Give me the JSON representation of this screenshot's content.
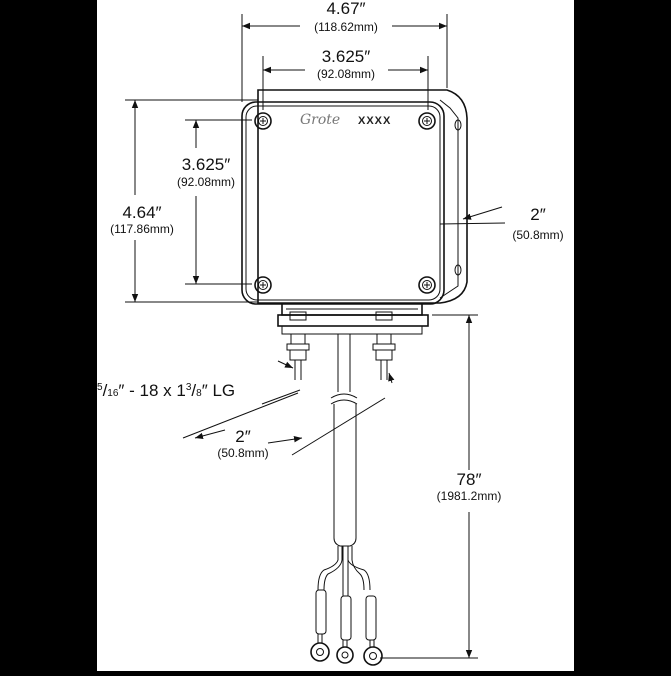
{
  "diagram": {
    "brand_logo": "Grote",
    "part_number": "XXXX",
    "colors": {
      "frame": "#000000",
      "paper": "#ffffff",
      "ink": "#111111"
    },
    "dimensions": {
      "overall_width": {
        "main": "4.67″",
        "sub": "(118.62mm)"
      },
      "lens_width": {
        "main": "3.625″",
        "sub": "(92.08mm)"
      },
      "overall_height": {
        "main": "4.64″",
        "sub": "(117.86mm)"
      },
      "lens_height": {
        "main": "3.625″",
        "sub": "(92.08mm)"
      },
      "depth": {
        "main": "2″",
        "sub": "(50.8mm)"
      },
      "stud_spacing": {
        "main": "2″",
        "sub": "(50.8mm)"
      },
      "cable_length": {
        "main": "78″",
        "sub": "(1981.2mm)"
      }
    },
    "stud_callout": {
      "size_num": "5",
      "size_den": "16",
      "thread": "″ - 18 x 1",
      "len_num": "3",
      "len_den": "8",
      "suffix": "″ LG"
    }
  }
}
